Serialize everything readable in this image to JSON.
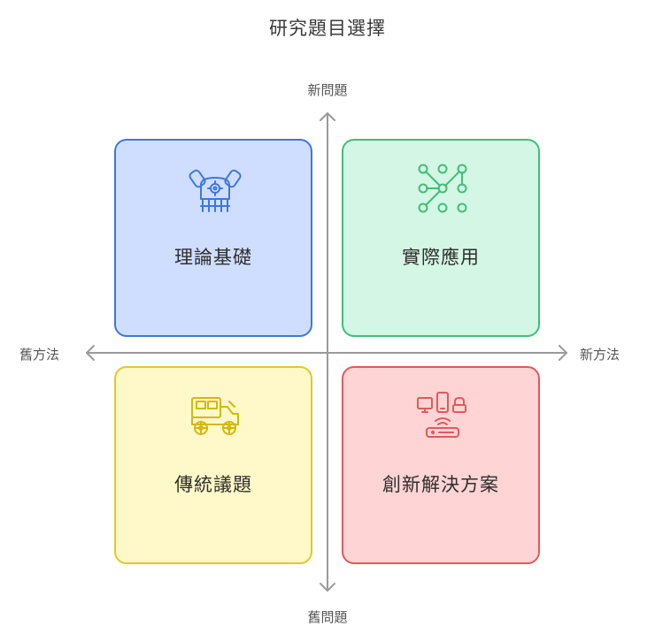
{
  "title": "研究題目選擇",
  "axes": {
    "top": "新問題",
    "bottom": "舊問題",
    "left": "舊方法",
    "right": "新方法"
  },
  "quadrants": {
    "top_left": {
      "label": "理論基礎",
      "icon": "engine-icon",
      "color": "#3f78d6"
    },
    "top_right": {
      "label": "實際應用",
      "icon": "network-nodes-icon",
      "color": "#3fbf78"
    },
    "bottom_left": {
      "label": "傳統議題",
      "icon": "vintage-car-icon",
      "color": "#d4b80e"
    },
    "bottom_right": {
      "label": "創新解決方案",
      "icon": "connected-devices-icon",
      "color": "#e05a5a"
    }
  },
  "colors": {
    "axis": "#9a9a9a"
  }
}
